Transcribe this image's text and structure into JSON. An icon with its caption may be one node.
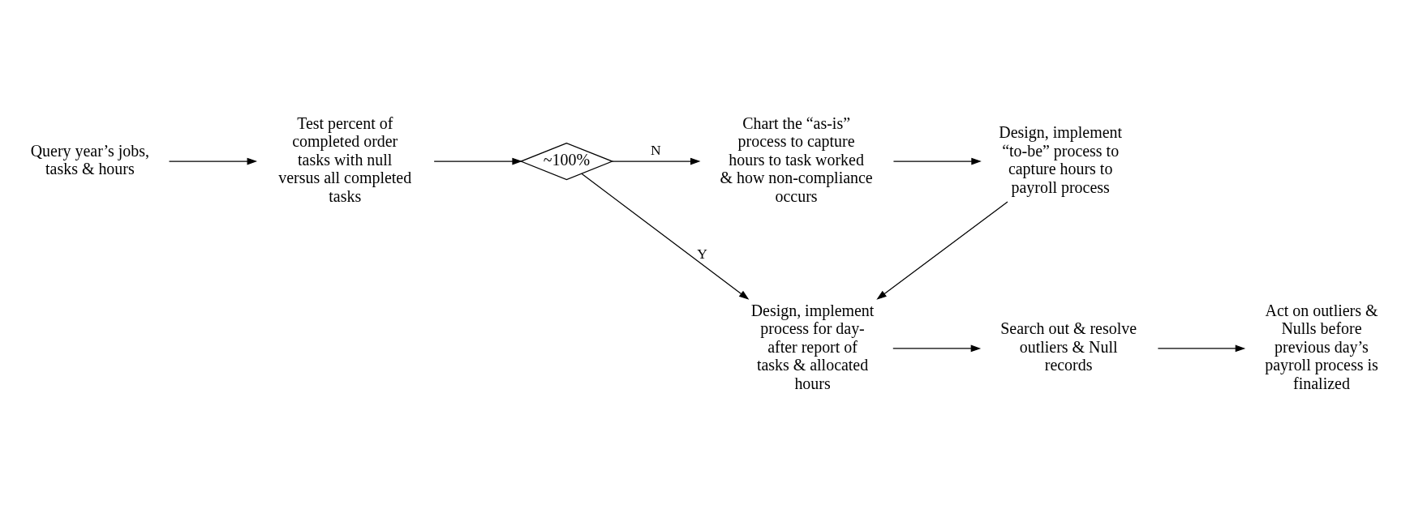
{
  "diagram": {
    "nodes": [
      {
        "text": [
          "Query year’s jobs, tasks & hours"
        ]
      },
      {
        "text": [
          "Test percent of completed order tasks with null versus all completed tasks"
        ]
      },
      {
        "text": [
          "~100%"
        ]
      },
      {
        "text": [
          "Chart the “as-is” process to capture hours to task worked & how non-compliance occurs"
        ]
      },
      {
        "text": [
          "Design, implement “to-be” process to capture hours to payroll process"
        ]
      },
      {
        "text": [
          "Design, implement process for day-after report of tasks & allocated hours"
        ]
      },
      {
        "text": [
          "Search out & resolve outliers & Null records"
        ]
      },
      {
        "text": [
          "Act on outliers & Nulls before previous day’s payroll process is finalized"
        ]
      }
    ],
    "edges": [
      {
        "from": 0,
        "to": 1,
        "arrow": "to"
      },
      {
        "from": 1,
        "to": 2,
        "arrow": "to"
      },
      {
        "from": 2,
        "to": 3,
        "arrow": "to",
        "label": "N"
      },
      {
        "from": 3,
        "to": 4,
        "arrow": "to"
      },
      {
        "from": 2,
        "to": 5,
        "arrow": "to",
        "label": "Y"
      },
      {
        "from": 4,
        "to": 5,
        "arrow": "to"
      },
      {
        "from": 5,
        "to": 6,
        "arrow": "to"
      },
      {
        "from": 6,
        "to": 7,
        "arrow": "to"
      }
    ]
  }
}
